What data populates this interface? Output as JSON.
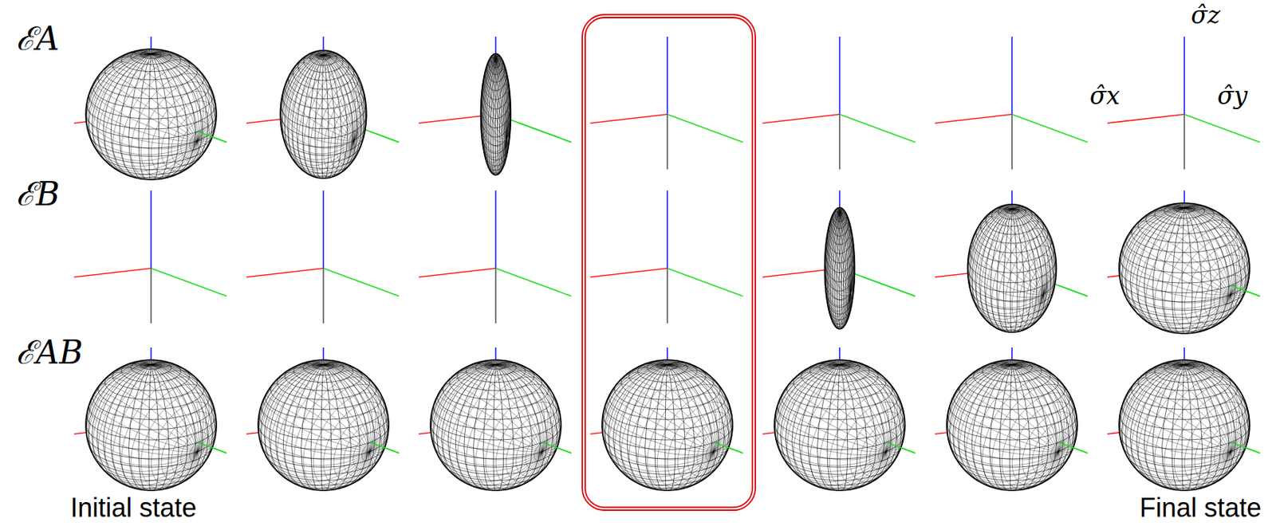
{
  "diagram": {
    "labels": [
      "ℰA",
      "ℰB",
      "ℰAB",
      "σ̂z",
      "σ̂x",
      "σ̂y",
      "Initial state",
      "Final state"
    ]
  }
}
